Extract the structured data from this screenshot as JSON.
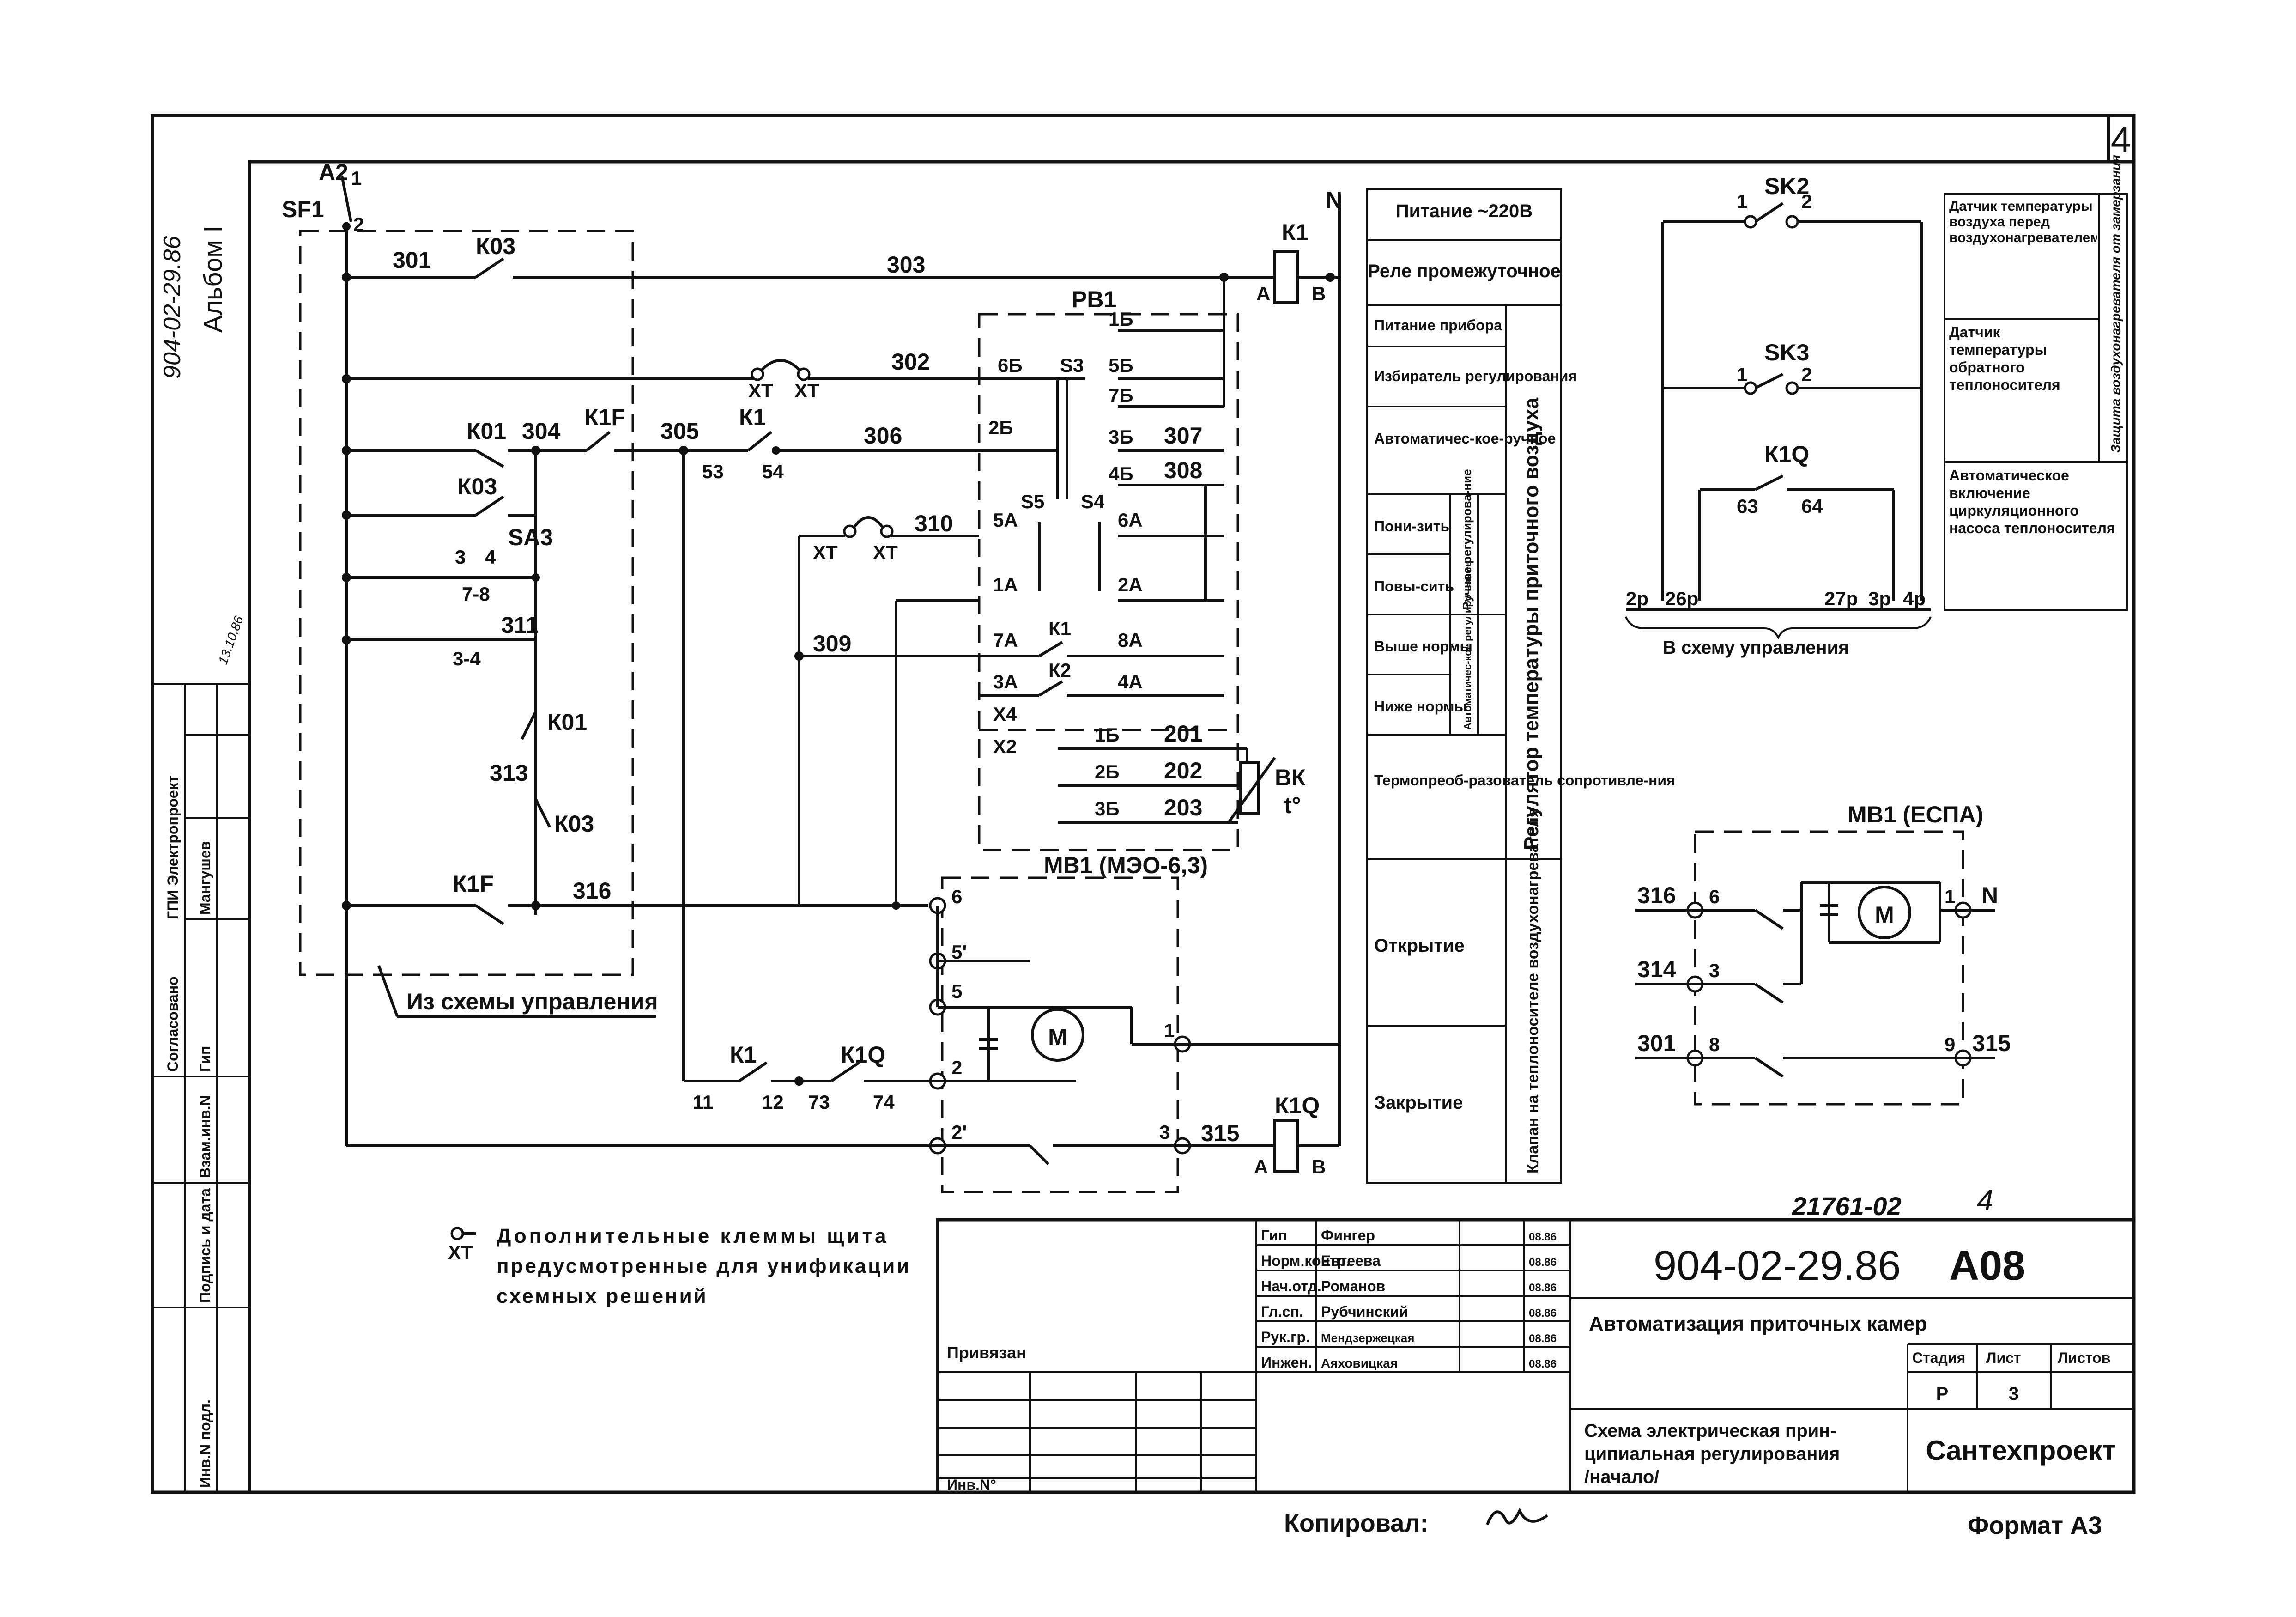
{
  "sheet": {
    "number": "4",
    "side_code": "904-02-29.86",
    "album": "Альбом I",
    "initials": "13.10.86",
    "copied_by": "Копировал:",
    "format": "Формат А3",
    "archive_no": "21761-02",
    "archive_mark": "4"
  },
  "left_stamp": {
    "org": "ГПИ Электропроект",
    "role": "Согласовано",
    "position": "Гип",
    "name": "Мангушев",
    "cells": [
      "Инв.N подл.",
      "Подпись и дата",
      "Взам.инв.N"
    ]
  },
  "schematic": {
    "feed_labels": [
      "А2",
      "1",
      "SF1",
      "2",
      "N"
    ],
    "wires": [
      "301",
      "303",
      "302",
      "304",
      "305",
      "306",
      "307",
      "308",
      "310",
      "309",
      "311",
      "313",
      "316",
      "315",
      "201",
      "202",
      "203",
      "314",
      "316",
      "301",
      "315"
    ],
    "devices": {
      "k03": "К03",
      "k01": "К01",
      "k1f": "К1F",
      "k1": "К1",
      "k2": "К2",
      "k1q": "К1Q",
      "sa3": "SA3",
      "pb1": "РВ1",
      "s3": "S3",
      "s4": "S4",
      "s5": "S5",
      "x4": "Х4",
      "x2": "Х2",
      "bk": "ВК",
      "t": "t°",
      "mb1": "МВ1 (МЭО-6,3)",
      "motor": "М",
      "a": "А",
      "b": "В",
      "xt": "ХТ"
    },
    "contacts": [
      "53",
      "54",
      "11",
      "12",
      "73",
      "74",
      "3",
      "4",
      "7-8",
      "3-4",
      "6",
      "5'",
      "5",
      "2",
      "1",
      "2'",
      "3"
    ],
    "pb1_terminals": [
      "1Б",
      "5Б",
      "6Б",
      "7Б",
      "2Б",
      "3Б",
      "4Б",
      "5А",
      "6А",
      "1А",
      "2А",
      "7А",
      "8А",
      "3А",
      "4А"
    ],
    "x2_terminals": [
      "1Б",
      "2Б",
      "3Б"
    ],
    "from_control": "Из схемы управления"
  },
  "legend_table": {
    "rows": [
      "Питание ~220В",
      "Реле промежуточное",
      "Питание прибора",
      "Избиратель регулирования",
      "Автоматичес-кое-ручное",
      "Пони-зить",
      "Повы-сить",
      "Выше нормы",
      "Ниже нормы",
      "Термопреоб-разователь сопротивле-ния",
      "Открытие",
      "Закрытие"
    ],
    "sub_manual": "Ручное регулирова-ние",
    "sub_auto": "Автоматичес-кое регулиро-вание",
    "group_regulator": "Регулятор температуры приточного воздуха",
    "group_valve": "Клапан на теплоносителе воздухонагревателя"
  },
  "right_block": {
    "sk2": "SK2",
    "sk3": "SK3",
    "k1q": "К1Q",
    "contacts": [
      "1",
      "2",
      "1",
      "2",
      "63",
      "64"
    ],
    "terminals": [
      "2р",
      "26р",
      "27р",
      "3р",
      "4р"
    ],
    "to_control": "В схему управления",
    "desc_sk2": "Датчик температуры воздуха перед воздухонагревателем",
    "desc_sk3": "Датчик температуры обратного теплоносителя",
    "desc_side": "Защита воздухонагревателя от замерзания",
    "desc_k1q": "Автоматическое включение циркуляционного насоса теплоносителя"
  },
  "mb1_espa": {
    "title": "МВ1 (ЕСПА)",
    "wires_left": [
      "316",
      "314",
      "301"
    ],
    "contacts": [
      "6",
      "3",
      "8",
      "1",
      "9"
    ],
    "right_labels": [
      "N",
      "315"
    ],
    "motor": "М"
  },
  "note": {
    "symbol": "ХТ",
    "text_1": "Дополнительные клеммы щита",
    "text_2": "предусмотренные для унификации",
    "text_3": "схемных решений"
  },
  "title_block": {
    "rows": [
      {
        "role": "Гип",
        "name": "Фингер",
        "date": "08.86"
      },
      {
        "role": "Норм.контр.",
        "name": "Евтеева",
        "date": "08.86"
      },
      {
        "role": "Нач.отд.",
        "name": "Романов",
        "date": "08.86"
      },
      {
        "role": "Гл.сп.",
        "name": "Рубчинский",
        "date": "08.86"
      },
      {
        "role": "Рук.гр.",
        "name": "Мендзержецкая",
        "date": "08.86"
      },
      {
        "role": "Инжен.",
        "name": "Аяховицкая",
        "date": "08.86"
      }
    ],
    "doc_code": "904-02-29.86",
    "doc_mark": "А08",
    "project": "Автоматизация приточных камер",
    "stage_h": "Стадия",
    "sheet_h": "Лист",
    "sheets_h": "Листов",
    "stage": "Р",
    "sheet": "3",
    "title_1": "Схема электрическая прин-",
    "title_2": "ципиальная регулирования",
    "title_3": "/начало/",
    "org": "Сантехпроект",
    "linked": "Привязан",
    "inv": "Инв.N°"
  }
}
